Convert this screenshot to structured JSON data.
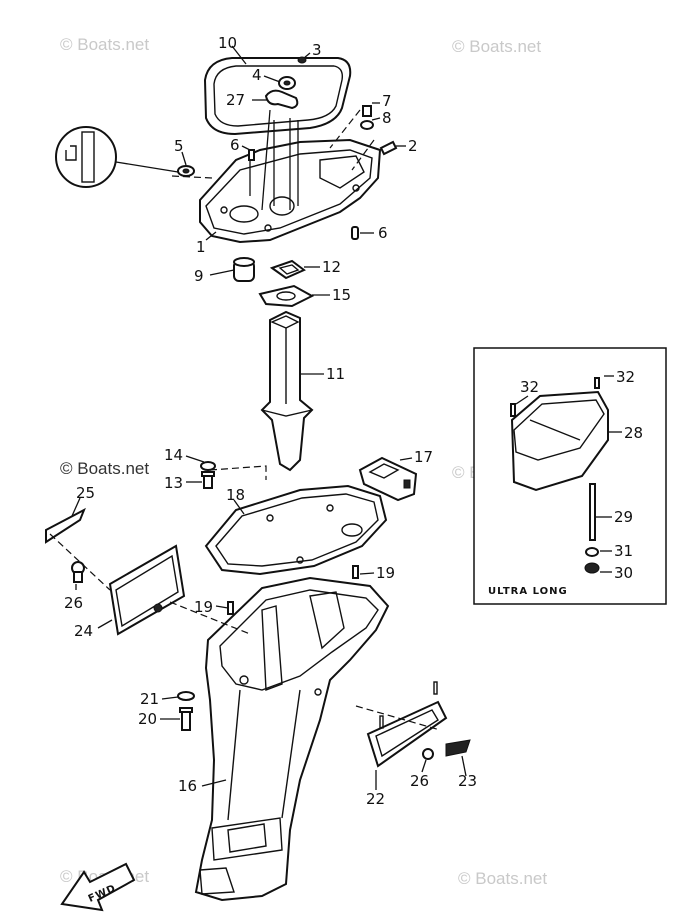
{
  "watermarks": [
    "© Boats.net",
    "© Boats.net",
    "© Boats.net",
    "© Boats.net",
    "© Boats.net",
    "© Boats.net"
  ],
  "inset_caption": "ULTRA LONG",
  "fwd_arrow_text": "FWD",
  "callouts": {
    "c1": "1",
    "c2": "2",
    "c3": "3",
    "c4": "4",
    "c5": "5",
    "c6a": "6",
    "c6b": "6",
    "c7": "7",
    "c8": "8",
    "c9": "9",
    "c10": "10",
    "c11": "11",
    "c12": "12",
    "c13": "13",
    "c14": "14",
    "c15": "15",
    "c16": "16",
    "c17": "17",
    "c18": "18",
    "c19a": "19",
    "c19b": "19",
    "c20": "20",
    "c21": "21",
    "c22": "22",
    "c23": "23",
    "c24": "24",
    "c25": "25",
    "c26a": "26",
    "c26b": "26",
    "c27": "27",
    "c28": "28",
    "c29": "29",
    "c30": "30",
    "c31": "31",
    "c32a": "32",
    "c32b": "32"
  }
}
